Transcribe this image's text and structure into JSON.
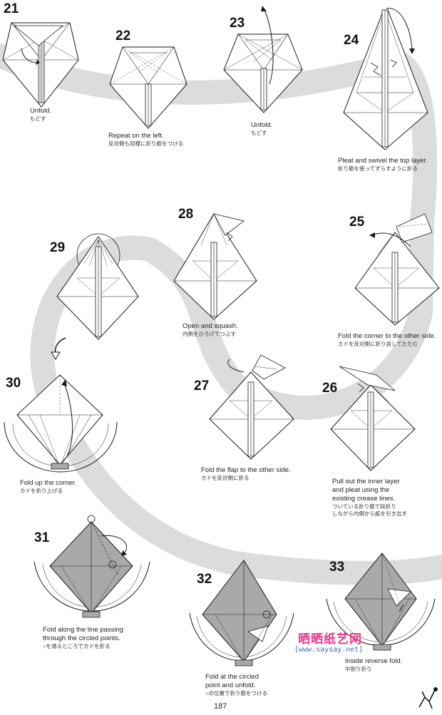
{
  "steps": [
    {
      "id": "21",
      "number": "21",
      "en": "Unfold.",
      "jp": "もどす"
    },
    {
      "id": "22",
      "number": "22",
      "en": "Repeat on the left.",
      "jp": "反対側も同様に折り筋をつける"
    },
    {
      "id": "23",
      "number": "23",
      "en": "Unfold.",
      "jp": "もどす"
    },
    {
      "id": "24",
      "number": "24",
      "en": "Pleat and swivel the top layer.",
      "jp": "折り筋を使ってずらすように折る"
    },
    {
      "id": "25",
      "number": "25",
      "en": "Fold the corner to the other side.",
      "jp": "カドを反対側に折り返してたたむ"
    },
    {
      "id": "26",
      "number": "26",
      "en_lines": [
        "Pull out the inner layer",
        "and pleat using the",
        "existing crease lines."
      ],
      "jp_lines": [
        "ついている折り筋で段折り",
        "しながら内側から紙を引き出す"
      ]
    },
    {
      "id": "27",
      "number": "27",
      "en": "Fold the flap to the other side.",
      "jp": "カドを反対側に折る"
    },
    {
      "id": "28",
      "number": "28",
      "en": "Open and squash.",
      "jp": "内側をひろげてつぶす"
    },
    {
      "id": "29",
      "number": "29"
    },
    {
      "id": "30",
      "number": "30",
      "en": "Fold up the corner.",
      "jp": "カドを折り上げる"
    },
    {
      "id": "31",
      "number": "31",
      "en_lines": [
        "Fold along the line passing",
        "through the circled points."
      ],
      "jp": "○を通るところでカドを折る"
    },
    {
      "id": "32",
      "number": "32",
      "en_lines": [
        "Fold at the circled",
        "point and unfold."
      ],
      "jp": "○の位置で折り筋をつける"
    },
    {
      "id": "33",
      "number": "33",
      "en": "Inside reverse fold.",
      "jp": "中割り折り"
    }
  ],
  "page_number": "187",
  "watermark": {
    "title": "晒晒纸艺网",
    "url": "[www.saysay.net]"
  },
  "colors": {
    "band": "#dcdcdc",
    "shade": "#a9a9a9",
    "line": "#1a1a1a",
    "watermark_pink": "#e8388a",
    "watermark_blue": "#3a6fc4"
  }
}
